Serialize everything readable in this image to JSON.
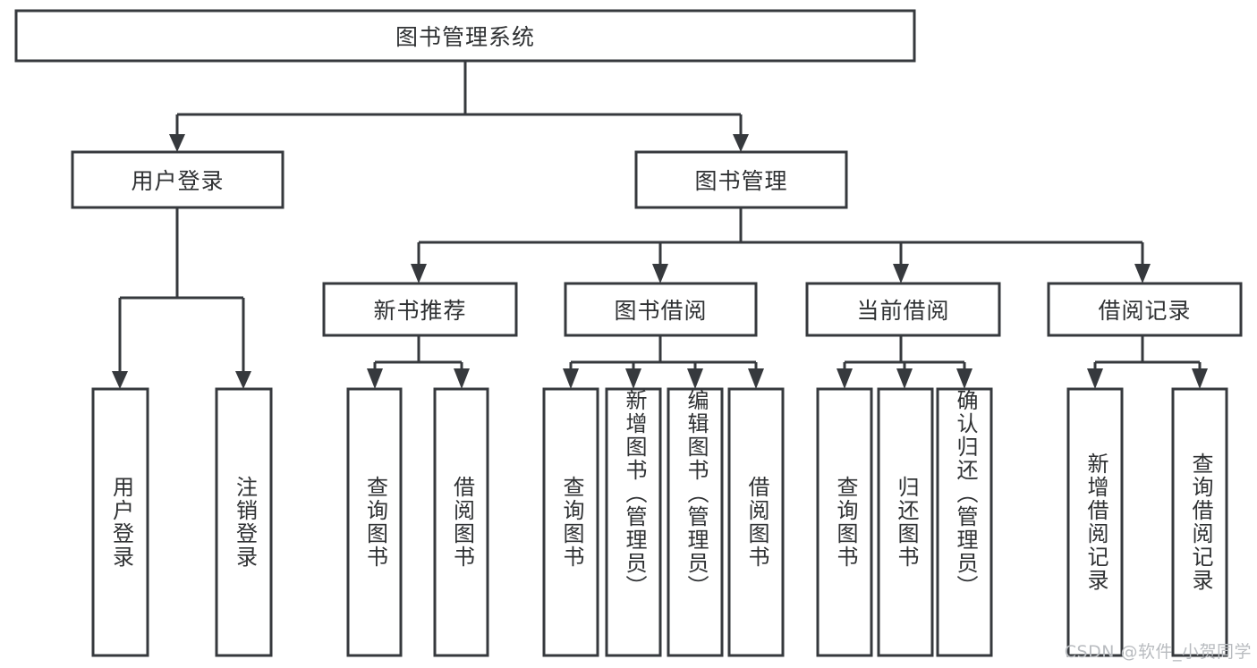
{
  "diagram": {
    "type": "tree-hierarchy",
    "title": "图书管理系统",
    "root": {
      "label": "图书管理系统"
    },
    "level2": [
      {
        "label": "用户登录"
      },
      {
        "label": "图书管理"
      }
    ],
    "level3": [
      {
        "label": "新书推荐"
      },
      {
        "label": "图书借阅"
      },
      {
        "label": "当前借阅"
      },
      {
        "label": "借阅记录"
      }
    ],
    "leaves": {
      "user_login": [
        {
          "label": "用户登录"
        },
        {
          "label": "注销登录"
        }
      ],
      "new_book": [
        {
          "label": "查询图书"
        },
        {
          "label": "借阅图书"
        }
      ],
      "book_borrow": [
        {
          "label": "查询图书"
        },
        {
          "label": "新增图书（管理员）"
        },
        {
          "label": "编辑图书（管理员）"
        },
        {
          "label": "借阅图书"
        }
      ],
      "current_borrow": [
        {
          "label": "查询图书"
        },
        {
          "label": "归还图书"
        },
        {
          "label": "确认归还（管理员）"
        }
      ],
      "borrow_record": [
        {
          "label": "新增借阅记录"
        },
        {
          "label": "查询借阅记录"
        }
      ]
    }
  },
  "watermark": {
    "text": "CSDN @软件_小贺同学"
  },
  "colors": {
    "stroke": "#36393d",
    "fill": "#ffffff",
    "text": "#2f3133",
    "watermark": "#b9bcc0"
  }
}
